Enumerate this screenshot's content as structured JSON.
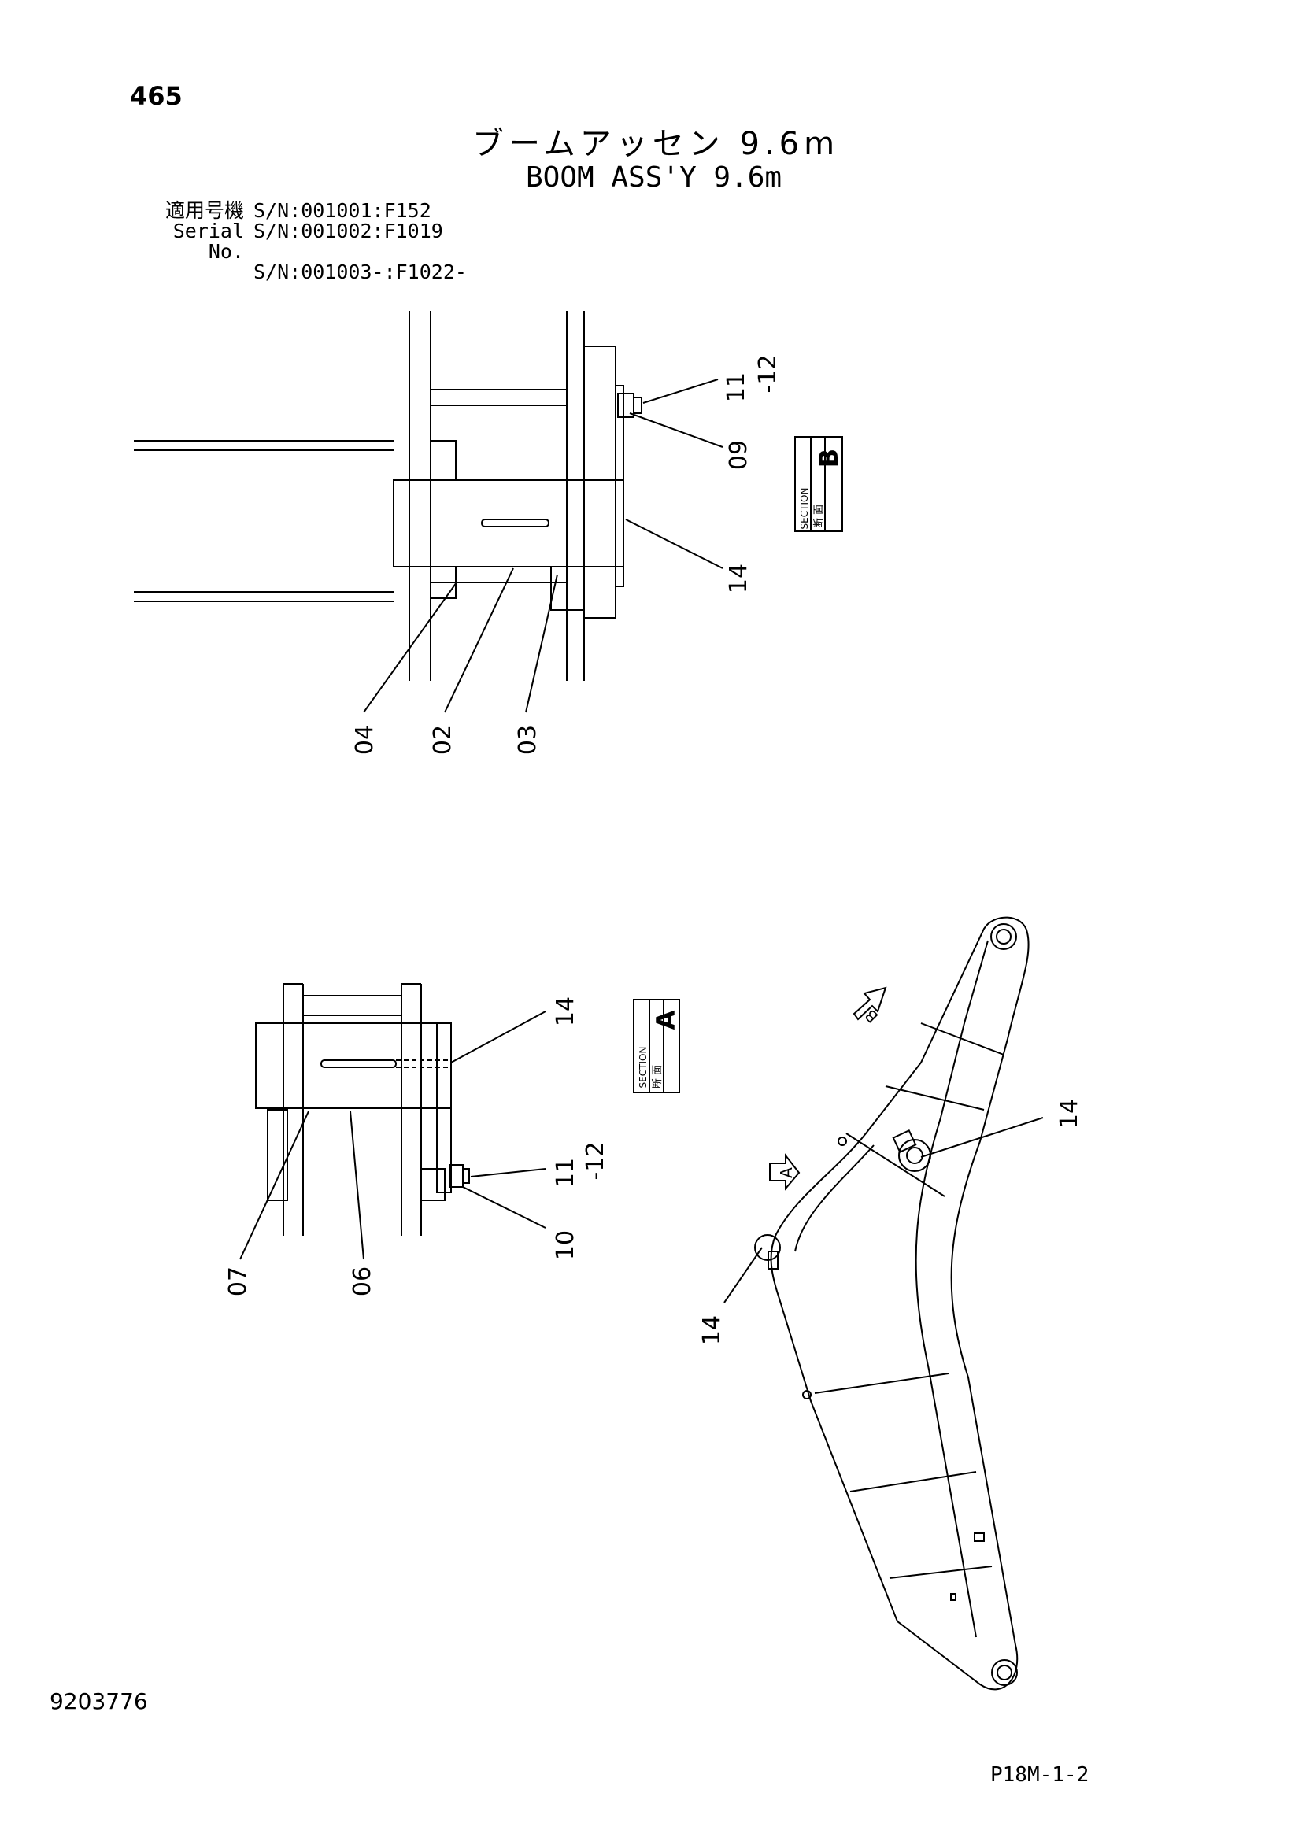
{
  "page_number": "465",
  "title_jp": "ブームアッセン 9.6m",
  "title_en": "BOOM ASS'Y 9.6m",
  "serials": {
    "label_jp": "適用号機",
    "label_en": "Serial No.",
    "entries": [
      "S/N:001001:F152",
      "S/N:001002:F1019",
      "S/N:001003-:F1022-"
    ]
  },
  "section_b": {
    "badge_letter": "B",
    "badge_jp": "断 面",
    "badge_en": "SECTION",
    "callouts": {
      "c11": "11",
      "c12": "-12",
      "c09": "09",
      "c14": "14",
      "c04": "04",
      "c02": "02",
      "c03": "03"
    }
  },
  "section_a": {
    "badge_letter": "A",
    "badge_jp": "断 面",
    "badge_en": "SECTION",
    "callouts": {
      "c14": "14",
      "c11": "11",
      "c12": "-12",
      "c10": "10",
      "c07": "07",
      "c06": "06"
    }
  },
  "boom_view": {
    "arrow_a": "A",
    "arrow_b": "B",
    "callout_right": "14",
    "callout_left": "14"
  },
  "doc_id": "9203776",
  "page_code": "P18M-1-2"
}
